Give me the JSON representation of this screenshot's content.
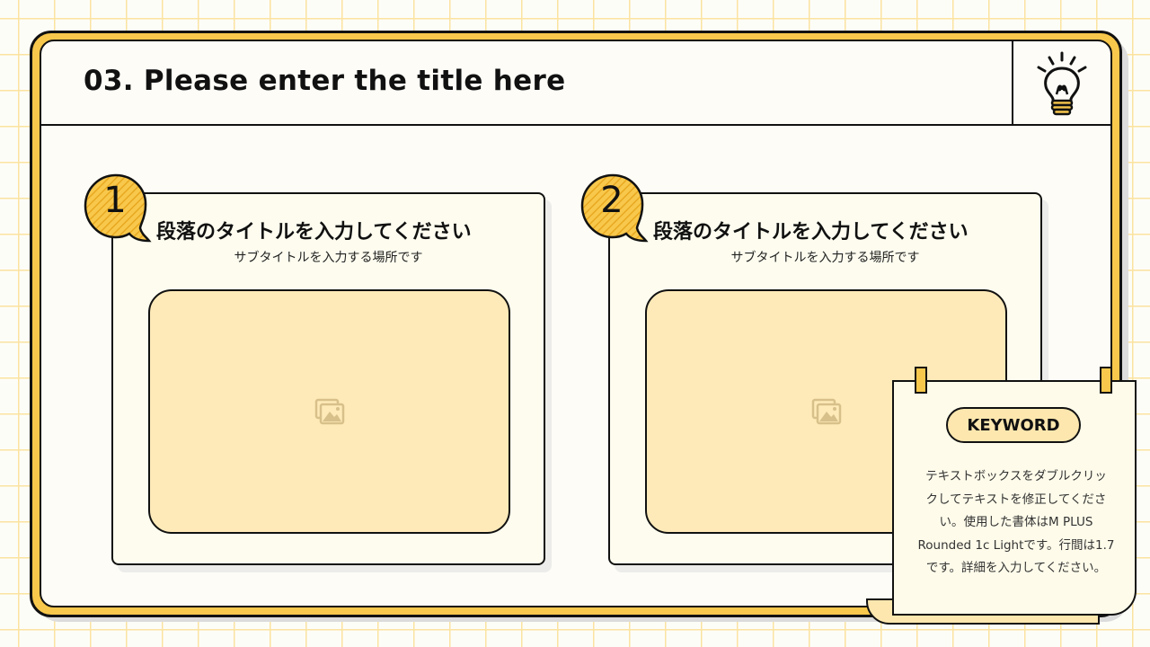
{
  "header": {
    "title": "03. Please enter the title here",
    "icon": "lightbulb-icon"
  },
  "cards": [
    {
      "number": "1",
      "title": "段落のタイトルを入力してください",
      "subtitle": "サブタイトルを入力する場所です",
      "image_placeholder_icon": "image-placeholder-icon"
    },
    {
      "number": "2",
      "title": "段落のタイトルを入力してください",
      "subtitle": "サブタイトルを入力する場所です",
      "image_placeholder_icon": "image-placeholder-icon"
    }
  ],
  "keyword": {
    "label": "KEYWORD",
    "body_lines": [
      "テキストボックスをダブルクリッ",
      "クしてテキストを修正してくださ",
      "い。使用した書体はM PLUS",
      "Rounded 1c Lightです。行間は1.7",
      "です。詳細を入力してください。"
    ]
  },
  "colors": {
    "accent_yellow": "#f8c84c",
    "image_fill": "#feeab8",
    "card_fill": "#fdfcef",
    "outline": "#111111",
    "grid": "#fbe3a0"
  }
}
